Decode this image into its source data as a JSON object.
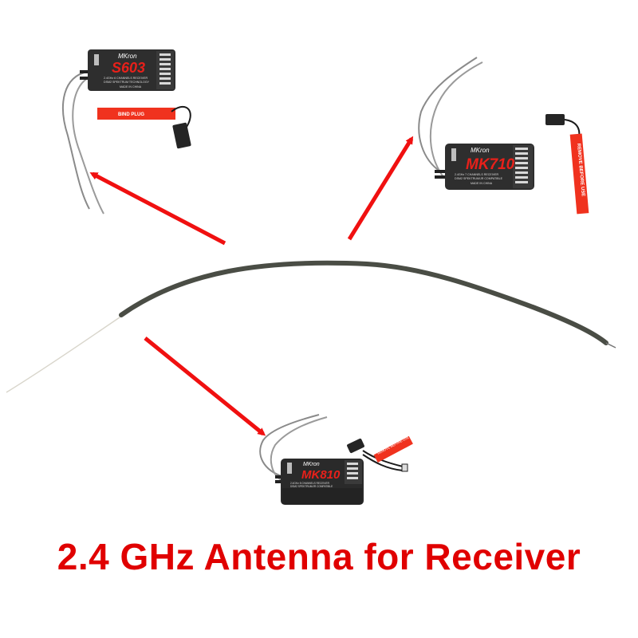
{
  "caption": {
    "text": "2.4 GHz Antenna for Receiver",
    "color": "#e00000"
  },
  "colors": {
    "arrow": "#f01010",
    "receiver_body": "#2e2e2e",
    "antenna_sheath": "#4a4d45",
    "bind_tag": "#f0321e",
    "model_text": "#e8201a"
  },
  "antenna": {
    "name": "2.4 GHz receiver antenna (long, center)"
  },
  "receivers": [
    {
      "brand": "MKron",
      "model": "S603",
      "line1": "2.4GHz 6 CHANNELS RECEIVER",
      "line2": "DSM2 SPEKTRUM TECHNOLOGY",
      "line3": "MADE IN CHINA",
      "tag_text": "BIND PLUG"
    },
    {
      "brand": "MKron",
      "model": "MK710",
      "line1": "2.4GHz 7 CHANNELS RECEIVER",
      "line2": "DSM2 SPEKTRUM/JR COMPATIBLE",
      "line3": "MADE IN CHINA",
      "tag_text": "REMOVE BEFORE USE"
    },
    {
      "brand": "MKron",
      "model": "MK810",
      "line1": "2.4GHz 8 CHANNELS RECEIVER",
      "line2": "DSM2 SPEKTRUM/JR COMPATIBLE",
      "line3": "",
      "tag_text": "REMOVE BEFORE USE"
    }
  ]
}
